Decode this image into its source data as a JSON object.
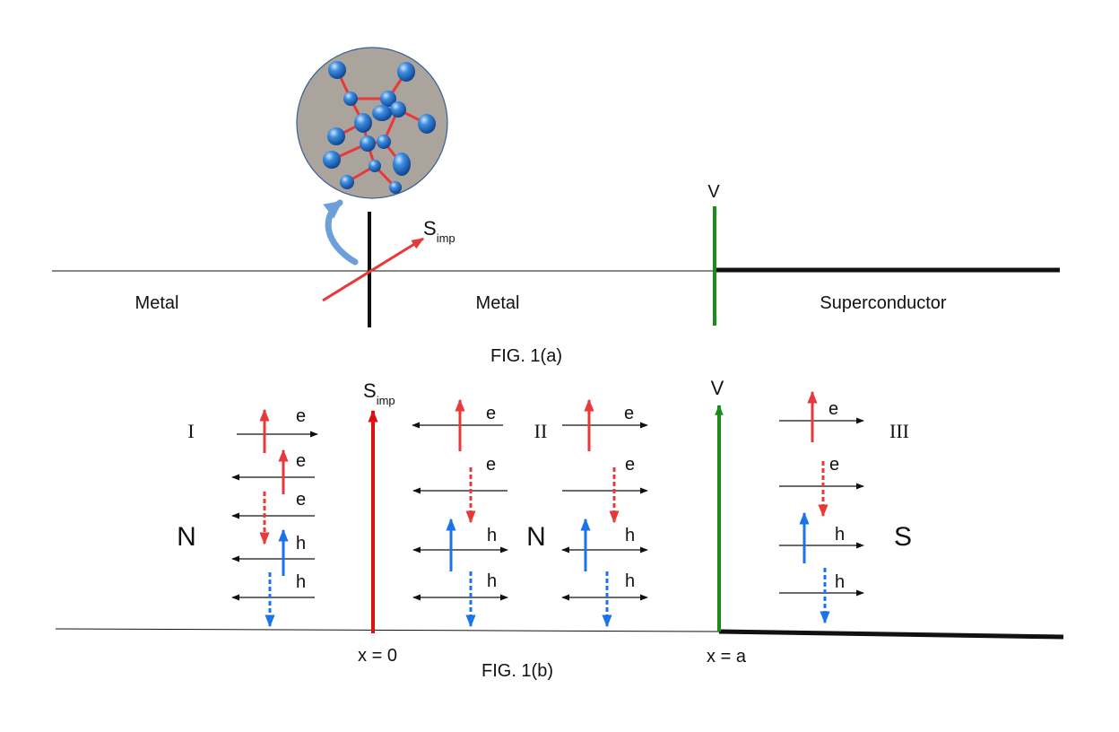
{
  "fig_a": {
    "region_left": "Metal",
    "region_middle": "Metal",
    "region_right": "Superconductor",
    "impurity_spin_main": "S",
    "impurity_spin_sub": "imp",
    "barrier_label": "V",
    "caption": "FIG. 1(a)"
  },
  "fig_b": {
    "region_labels": {
      "I": "I",
      "II": "II",
      "III": "III"
    },
    "material_left": "N",
    "material_middle": "N",
    "material_right": "S",
    "impurity_spin_main": "S",
    "impurity_spin_sub": "imp",
    "barrier_label": "V",
    "pos_origin": "x = 0",
    "pos_barrier": "x = a",
    "electron_label": "e",
    "hole_label": "h",
    "caption": "FIG. 1(b)"
  },
  "colors": {
    "electron": "#e8393a",
    "hole": "#1a73e8",
    "barrier": "#1a8c1a",
    "impurity": "#e01010",
    "line": "#111111",
    "cluster_bg": "#aaa49d",
    "atom": "#1f6fc0",
    "bond": "#e8393a",
    "curved_arrow": "#6f9fd8"
  }
}
